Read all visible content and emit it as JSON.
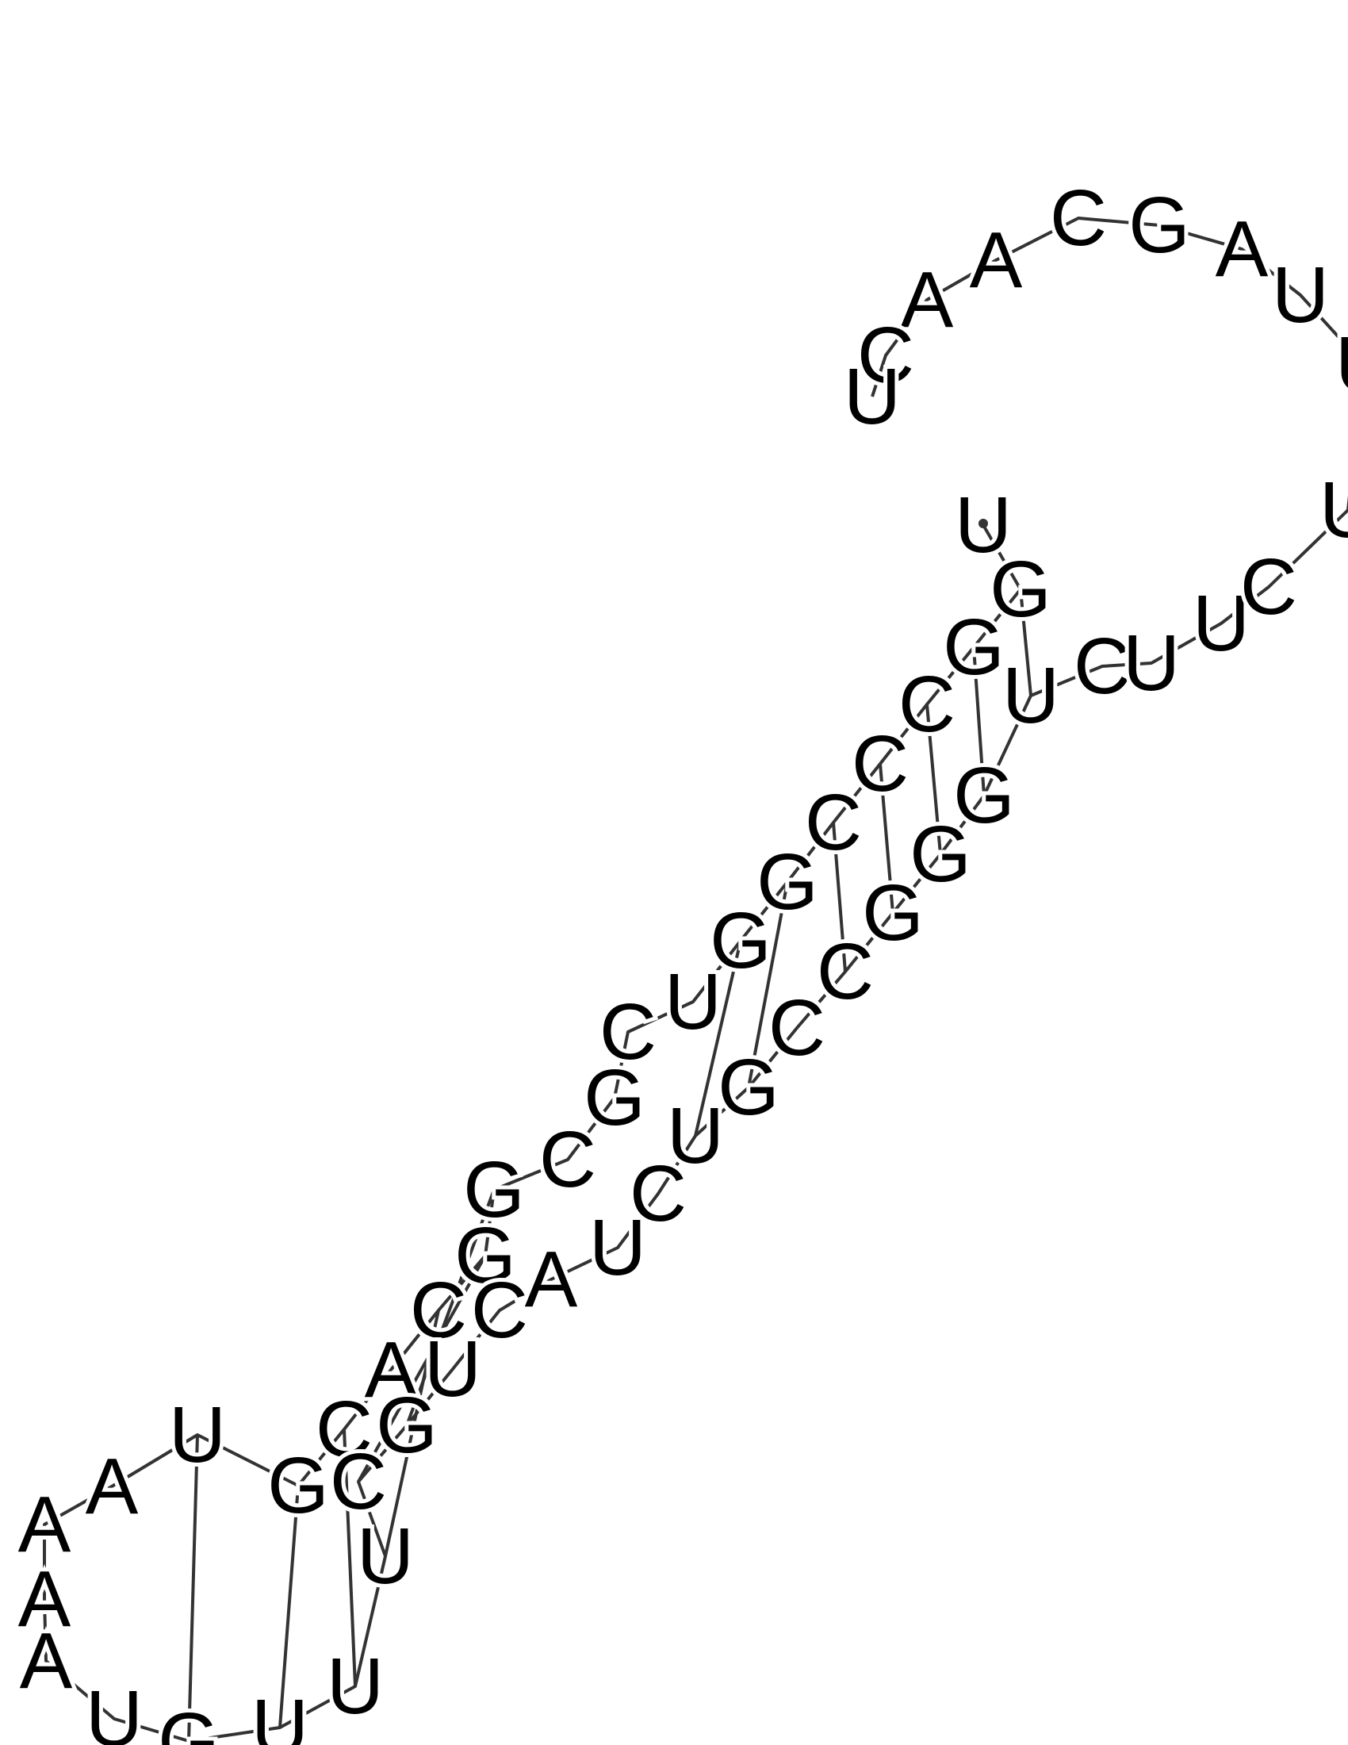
{
  "diagram": {
    "type": "rna-secondary-structure",
    "sequence": [
      "U",
      "G",
      "G",
      "C",
      "C",
      "C",
      "G",
      "G",
      "U",
      "C",
      "G",
      "C",
      "G",
      "G",
      "C",
      "A",
      "C",
      "G",
      "U",
      "A",
      "A",
      "A",
      "A",
      "U",
      "G",
      "U",
      "U",
      "U",
      "C",
      "G",
      "U",
      "C",
      "A",
      "U",
      "C",
      "U",
      "G",
      "C",
      "C",
      "G",
      "G",
      "G",
      "U",
      "C",
      "U",
      "U",
      "C",
      "U",
      "U",
      "U",
      "A",
      "G",
      "C",
      "A",
      "A",
      "C",
      "U"
    ],
    "pairs": [
      [
        2,
        43
      ],
      [
        3,
        42
      ],
      [
        4,
        41
      ],
      [
        5,
        40
      ],
      [
        6,
        39
      ],
      [
        7,
        37
      ],
      [
        8,
        36
      ],
      [
        13,
        30
      ],
      [
        14,
        29
      ],
      [
        15,
        28
      ],
      [
        17,
        27
      ],
      [
        18,
        26
      ],
      [
        19,
        25
      ]
    ],
    "colors": {
      "text": "#000000",
      "backbone": "#333333",
      "background": "#ffffff"
    }
  }
}
